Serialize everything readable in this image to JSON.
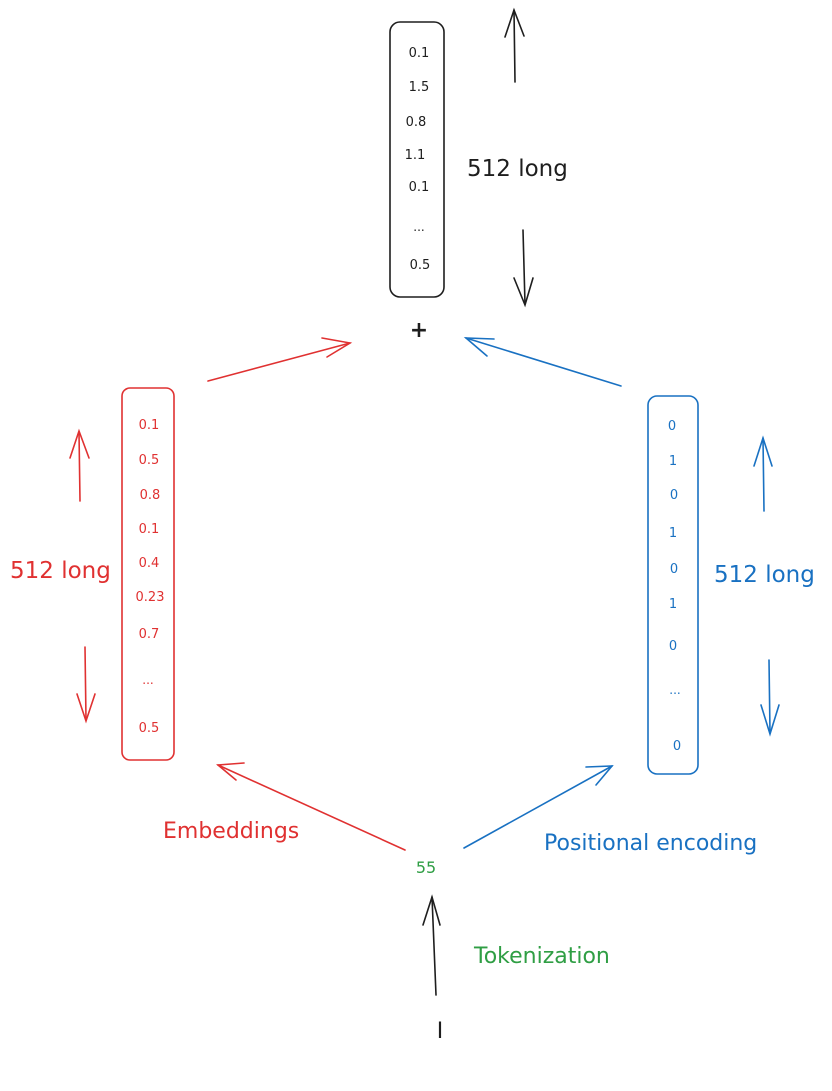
{
  "colors": {
    "black": "#1e1e1e",
    "red": "#e03131",
    "blue": "#1971c2",
    "green": "#2f9e44"
  },
  "input_token": "I",
  "token_id": "55",
  "labels": {
    "tokenization": "Tokenization",
    "embeddings": "Embeddings",
    "positional_encoding": "Positional encoding",
    "plus": "+",
    "length_sum": "512 long",
    "length_embedding": "512 long",
    "length_positional": "512 long"
  },
  "sum_vector": [
    "0.1",
    "1.5",
    "0.8",
    "1.1",
    "0.1",
    "...",
    "0.5"
  ],
  "embedding_vector": [
    "0.1",
    "0.5",
    "0.8",
    "0.1",
    "0.4",
    "0.23",
    "0.7",
    "...",
    "0.5"
  ],
  "positional_vector": [
    "0",
    "1",
    "0",
    "1",
    "0",
    "1",
    "0",
    "...",
    "0"
  ]
}
